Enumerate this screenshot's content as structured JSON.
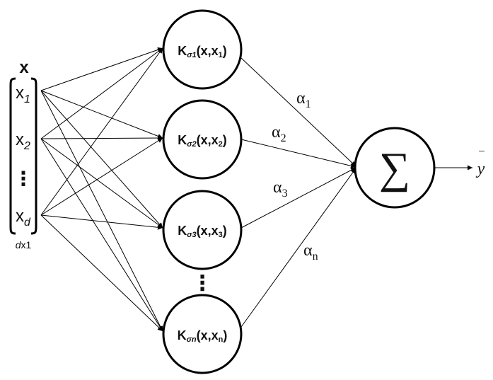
{
  "input": {
    "vector_label": "x",
    "items": [
      {
        "base": "x",
        "sub": "1"
      },
      {
        "base": "x",
        "sub": "2"
      },
      {
        "base": "x",
        "sub": "d"
      }
    ],
    "ellipsis": "⋮",
    "dim_var": "d",
    "dim_rest": "x1"
  },
  "kernels": [
    {
      "K": "K",
      "sigma": "σ1",
      "args": "(x,x",
      "xsub": "1",
      "close": ")"
    },
    {
      "K": "K",
      "sigma": "σ2",
      "args": "(x,x",
      "xsub": "2",
      "close": ")"
    },
    {
      "K": "K",
      "sigma": "σ3",
      "args": "(x,x",
      "xsub": "3",
      "close": ")"
    },
    {
      "K": "K",
      "sigma": "σn",
      "args": "(x,x",
      "xsub": "n",
      "close": ")"
    }
  ],
  "kernel_ellipsis": "⋮",
  "weights": [
    {
      "alpha": "α",
      "sub": "1"
    },
    {
      "alpha": "α",
      "sub": "2"
    },
    {
      "alpha": "α",
      "sub": "3"
    },
    {
      "alpha": "α",
      "sub": "n"
    }
  ],
  "sum_symbol": "∑",
  "output": {
    "symbol": "y",
    "bar": "‾"
  },
  "colors": {
    "stroke": "#000000",
    "background": "#ffffff"
  }
}
